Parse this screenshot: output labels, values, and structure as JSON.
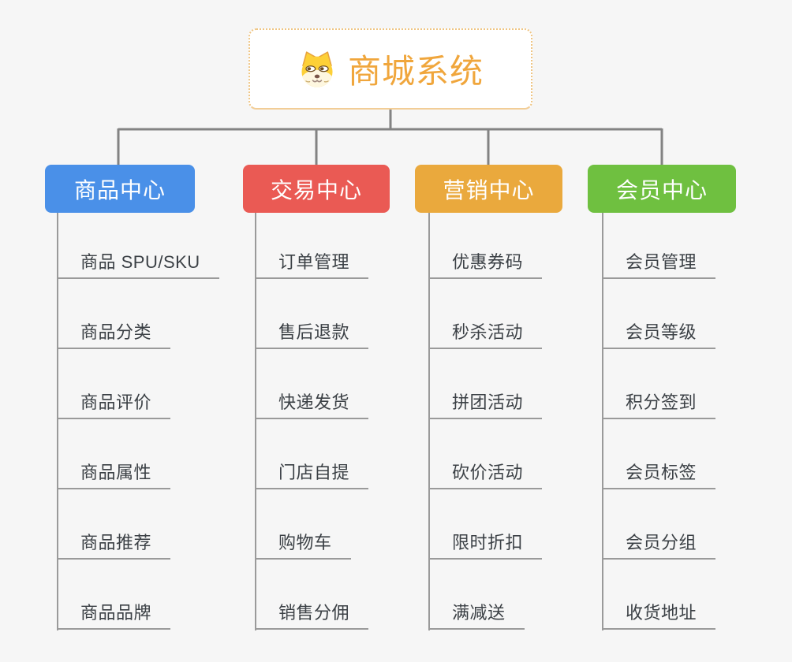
{
  "root": {
    "title": "商城系统",
    "title_color": "#f0a63c",
    "icon": "dog-icon"
  },
  "connectors": {
    "color": "#838383"
  },
  "line_color": "#9a9a9a",
  "branches": [
    {
      "label": "商品中心",
      "color": "#4a90e8",
      "children": [
        "商品 SPU/SKU",
        "商品分类",
        "商品评价",
        "商品属性",
        "商品推荐",
        "商品品牌"
      ]
    },
    {
      "label": "交易中心",
      "color": "#ea5a54",
      "children": [
        "订单管理",
        "售后退款",
        "快递发货",
        "门店自提",
        "购物车",
        "销售分佣"
      ]
    },
    {
      "label": "营销中心",
      "color": "#eaa93d",
      "children": [
        "优惠券码",
        "秒杀活动",
        "拼团活动",
        "砍价活动",
        "限时折扣",
        "满减送"
      ]
    },
    {
      "label": "会员中心",
      "color": "#6fc040",
      "children": [
        "会员管理",
        "会员等级",
        "积分签到",
        "会员标签",
        "会员分组",
        "收货地址"
      ]
    }
  ]
}
